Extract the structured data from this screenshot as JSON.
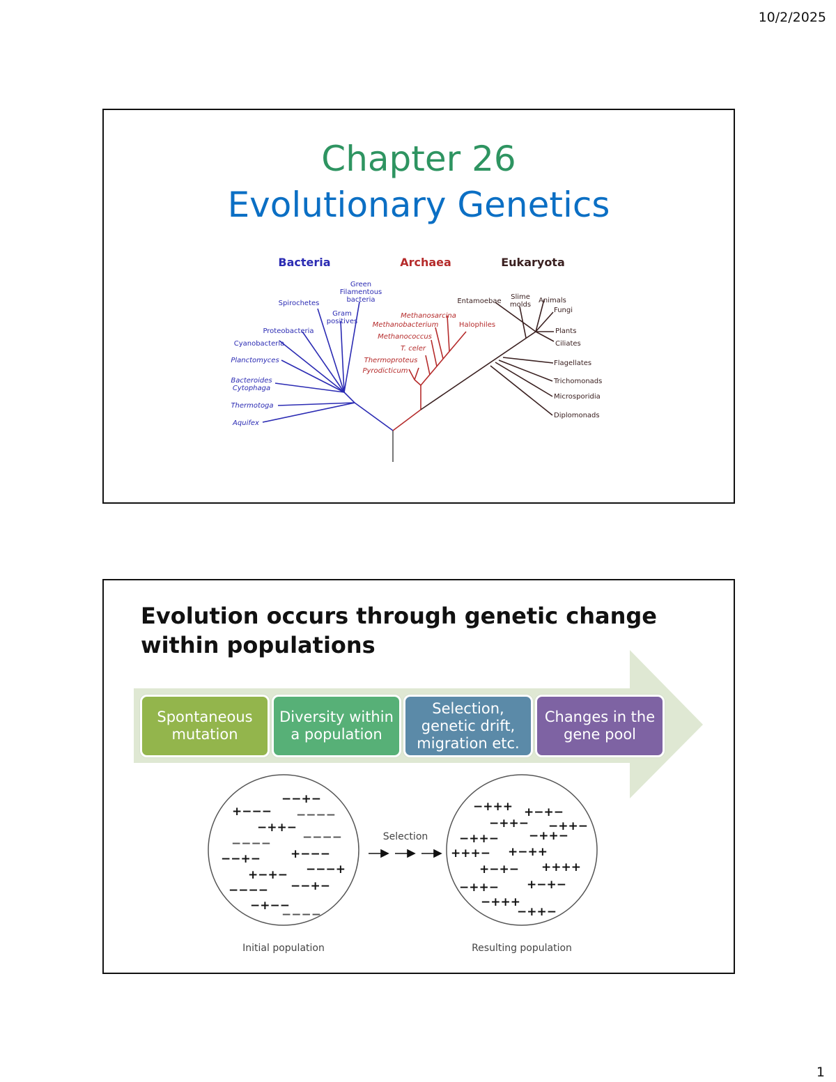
{
  "header": {
    "date": "10/2/2025"
  },
  "footer": {
    "page_number": "1"
  },
  "slide1": {
    "title_line1": "Chapter 26",
    "title_line2": "Evolutionary Genetics",
    "colors": {
      "title1": "#2e9461",
      "title2": "#0b6fc4",
      "bacteria": "#2b2bb3",
      "archaea": "#b52b2b",
      "eukaryota": "#3a2020"
    },
    "tree": {
      "domains": [
        "Bacteria",
        "Archaea",
        "Eukaryota"
      ],
      "bacteria": [
        "Green",
        "Filamentous",
        "bacteria",
        "Spirochetes",
        "Gram",
        "positives",
        "Proteobacteria",
        "Cyanobacteria",
        "Planctomyces",
        "Bacteroides",
        "Cytophaga",
        "Thermotoga",
        "Aquifex"
      ],
      "archaea": [
        "Methanosarcina",
        "Methanobacterium",
        "Halophiles",
        "Methanococcus",
        "T. celer",
        "Thermoproteus",
        "Pyrodicticum"
      ],
      "eukaryota": [
        "Entamoebae",
        "Slime",
        "molds",
        "Animals",
        "Fungi",
        "Plants",
        "Ciliates",
        "Flagellates",
        "Trichomonads",
        "Microsporidia",
        "Diplomonads"
      ]
    }
  },
  "slide2": {
    "title": "Evolution occurs through genetic change within populations",
    "steps": [
      {
        "label": "Spontaneous mutation",
        "color": "#93b54c"
      },
      {
        "label": "Diversity within a population",
        "color": "#57b077"
      },
      {
        "label": "Selection, genetic drift, migration etc.",
        "color": "#5b8aa8"
      },
      {
        "label": "Changes in the gene pool",
        "color": "#7e63a3"
      }
    ],
    "diagram": {
      "selection_label": "Selection",
      "initial_label": "Initial population",
      "resulting_label": "Resulting population",
      "initial_genotypes": [
        "−−+−",
        "+−−−",
        "−−−−",
        "−++−",
        "−−−−",
        "−−−−",
        "+−−−",
        "−−+−",
        "−−−+",
        "+−+−",
        "−−−−",
        "−−+−",
        "−+−−",
        "−−−−"
      ],
      "resulting_genotypes": [
        "−+++",
        "+−+−",
        "−++−",
        "−++−",
        "−++−",
        "−++−",
        "+++−",
        "+−++",
        "+−+−",
        "++++",
        "−++−",
        "+−+−",
        "−+++",
        "−++−"
      ]
    }
  }
}
